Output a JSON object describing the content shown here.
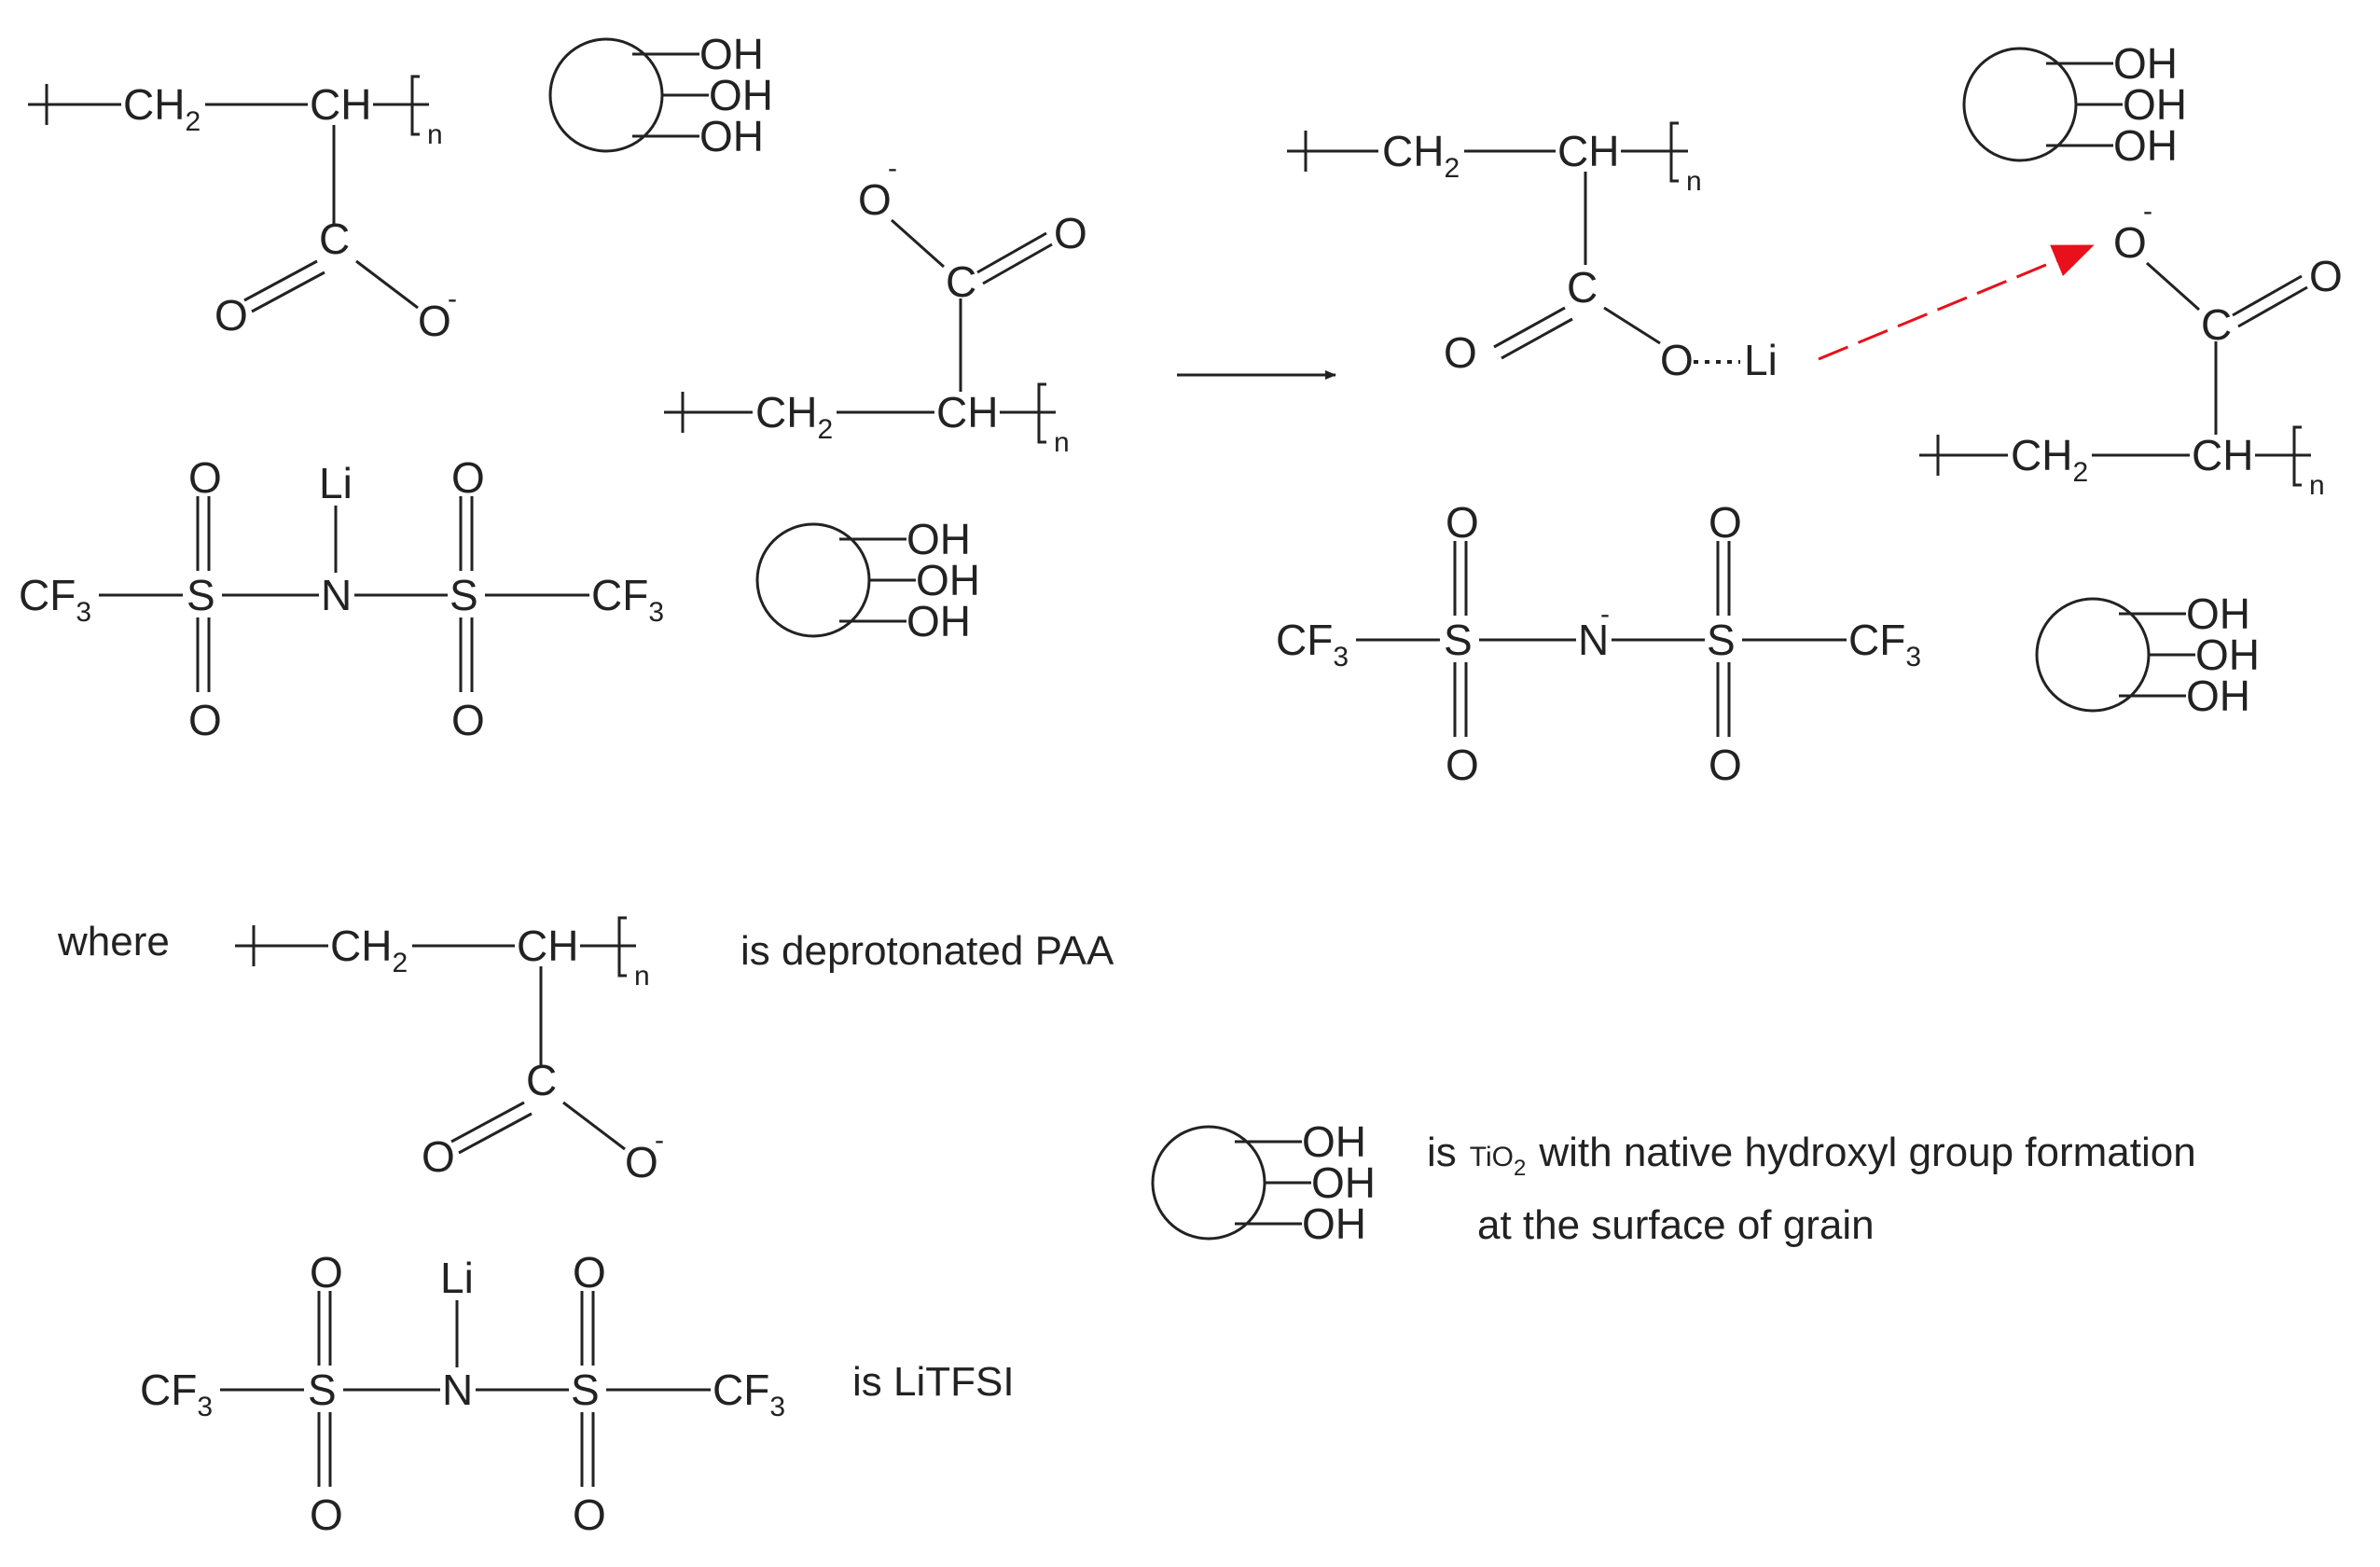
{
  "atoms": {
    "CH": "CH",
    "C": "C",
    "O": "O",
    "OH": "OH",
    "Li": "Li",
    "N": "N",
    "S": "S",
    "CF": "CF",
    "sub2": "2",
    "sub3": "3",
    "subn": "n",
    "minus": "-"
  },
  "legend": {
    "where": "where",
    "paa": "is deprotonated PAA",
    "is": "is",
    "tio2_ti": "TiO",
    "tio2_sub": "2",
    "tio2_rest": "with native hydroxyl group formation",
    "tio2_line2": "at the surface of grain",
    "litfsi": "is LiTFSI"
  },
  "colors": {
    "ink": "#222222",
    "interaction_arrow": "#e8101a"
  }
}
